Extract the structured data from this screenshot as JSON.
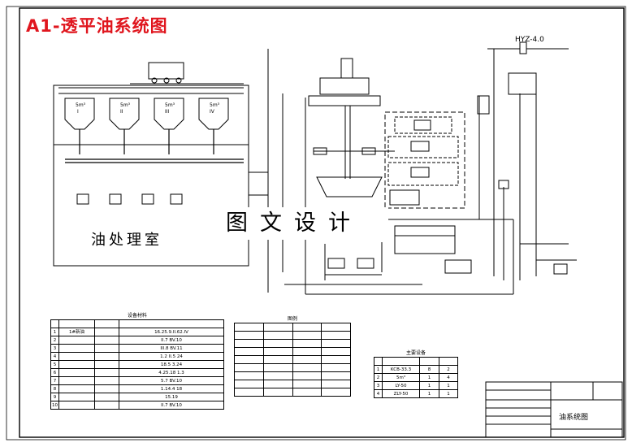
{
  "title": "A1-透平油系统图",
  "watermark": "图文设计",
  "room_label": "油处理室",
  "hyz_label": "HYZ-4.0",
  "tanks": [
    "I",
    "II",
    "III",
    "IV"
  ],
  "tank_tag": "5m³",
  "drawing_title": "油系统图",
  "table_main": {
    "caption": "设备材料",
    "rows": [
      [
        "1",
        "1#新油",
        "16.25.9.II.62.IV"
      ],
      [
        "2",
        "",
        "II.7 BV.10"
      ],
      [
        "3",
        "",
        "III.8 BV.11"
      ],
      [
        "4",
        "",
        "1.2 II.5 24"
      ],
      [
        "5",
        "",
        "18.5 3.24"
      ],
      [
        "6",
        "",
        "4.25.18 1.3"
      ],
      [
        "7",
        "",
        "5.7 BV.10"
      ],
      [
        "8",
        "",
        "1.14.4 18"
      ],
      [
        "9",
        "",
        "15.19"
      ],
      [
        "10",
        "",
        "II.7 BV.10"
      ]
    ]
  },
  "table_legend": {
    "caption": "图例",
    "rows": 10
  },
  "table_equip": {
    "caption": "主要设备",
    "rows": [
      [
        "1",
        "KCB-33.3",
        "8",
        "2"
      ],
      [
        "2",
        "5m³",
        "1",
        "4"
      ],
      [
        "3",
        "LY-50",
        "1",
        "1"
      ],
      [
        "4",
        "ZLY-50",
        "1",
        "1"
      ]
    ]
  },
  "colors": {
    "title": "#e0161e",
    "line": "#000000"
  }
}
